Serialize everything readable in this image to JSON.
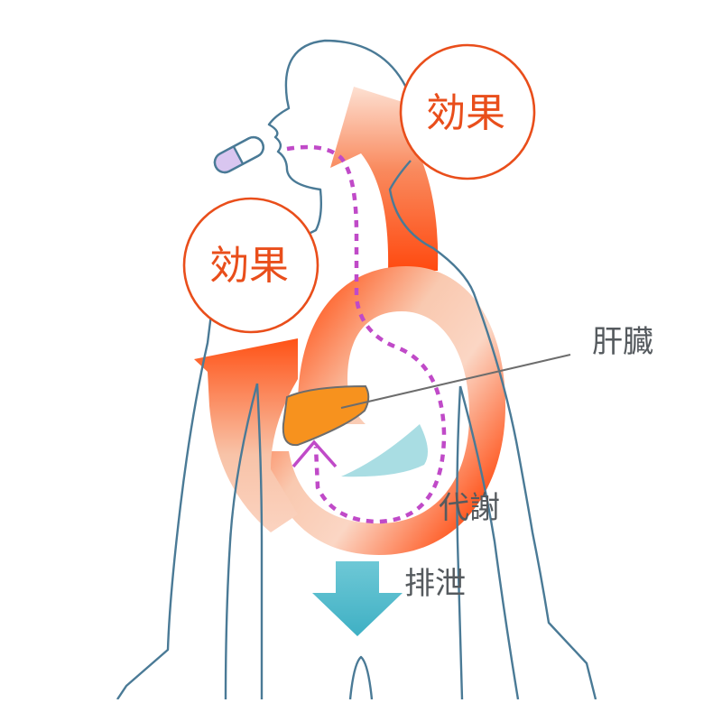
{
  "diagram": {
    "type": "drug-pathway-illustration",
    "labels": {
      "effect_top": "効果",
      "effect_left": "効果",
      "liver": "肝臓",
      "metabolism": "代謝",
      "excretion": "排泄"
    },
    "elements": {
      "capsule": "pill-capsule-icon",
      "body": "human-body-outline",
      "liver": "liver-organ",
      "stomach": "stomach-organ",
      "circulation": "circulation-arrows",
      "drug_path": "dotted-drug-path",
      "excretion_arrow": "down-arrow"
    },
    "colors": {
      "outline": "#4a7a96",
      "effect_circle": "#e94e1b",
      "arrow_strong": "#ff4a10",
      "arrow_light": "#f9c9b0",
      "liver_fill": "#f7921e",
      "liver_stroke": "#6d6d6d",
      "stomach_fill": "#a9dde3",
      "drug_path": "#c04ac8",
      "capsule_fill": "#d9c6f0",
      "excretion_arrow": "#4bb7c9",
      "text_gray": "#555a5e"
    }
  }
}
